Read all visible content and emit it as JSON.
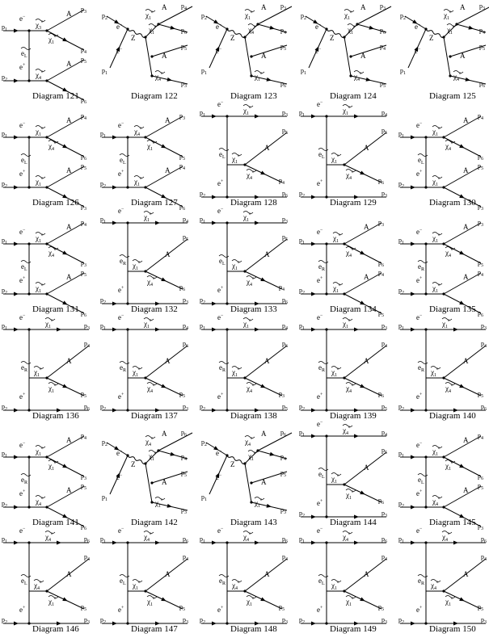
{
  "diagrams": [
    {
      "caption": "Diagram 121",
      "kind": "tt",
      "ext": [
        "p1",
        "p2",
        "p3",
        "p4",
        "p5",
        "p6"
      ],
      "top": "e-",
      "bot": "e+",
      "prop": "~eL",
      "bosons": [
        "~χ3⁰",
        "~χ4⁰"
      ],
      "inner": "~χ1⁰"
    },
    {
      "caption": "Diagram 122",
      "kind": "s",
      "ext": [
        "p2",
        "p1",
        "p4",
        "p6",
        "p5",
        "p3"
      ],
      "bosons": [
        "~χ1⁰",
        "~χ4⁰"
      ],
      "inner": "~χ1⁰"
    },
    {
      "caption": "Diagram 123",
      "kind": "s",
      "ext": [
        "p2",
        "p1",
        "p3",
        "p4",
        "p5",
        "p6"
      ],
      "bosons": [
        "~χ1⁰",
        "~χ1⁰"
      ],
      "inner": "~χ4⁰"
    },
    {
      "caption": "Diagram 124",
      "kind": "s",
      "ext": [
        "p2",
        "p1",
        "p3",
        "p6",
        "p4",
        "p5"
      ],
      "bosons": [
        "~χ1⁰",
        "~χ4⁰"
      ],
      "inner": "~χ1⁰"
    },
    {
      "caption": "Diagram 125",
      "kind": "s",
      "ext": [
        "p2",
        "p1",
        "p3",
        "p4",
        "p5",
        "p6"
      ],
      "bosons": [
        "~χ1⁰",
        "~χ4⁰"
      ],
      "inner": "~χ1⁰"
    },
    {
      "caption": "Diagram 126",
      "kind": "tt",
      "ext": [
        "p1",
        "p2",
        "p4",
        "p6",
        "p5",
        "p3"
      ],
      "top": "e-",
      "bot": "e+",
      "prop": "~eL",
      "bosons": [
        "~χ1⁰",
        "~χ1⁰"
      ],
      "inner": "~χ4⁰"
    },
    {
      "caption": "Diagram 127",
      "kind": "tt",
      "ext": [
        "p1",
        "p2",
        "p3",
        "p5",
        "p4",
        "p6"
      ],
      "top": "e-",
      "bot": "e+",
      "prop": "~eL",
      "bosons": [
        "~χ4⁰",
        "~χ1⁰"
      ],
      "inner": "~χ1⁰"
    },
    {
      "caption": "Diagram 128",
      "kind": "tb",
      "ext": [
        "p1",
        "p2",
        "p3",
        "p5",
        "p4",
        "p6"
      ],
      "top": "e-",
      "bot": "e+",
      "prop": "~eL",
      "bosons": [
        "~χ1⁰",
        "~χ1⁰"
      ],
      "inner": "~χ4⁰"
    },
    {
      "caption": "Diagram 129",
      "kind": "tb",
      "ext": [
        "p1",
        "p2",
        "p4",
        "p5",
        "p6",
        "p3"
      ],
      "top": "e-",
      "bot": "e+",
      "prop": "~eL",
      "bosons": [
        "~χ1⁰",
        "~χ1⁰"
      ],
      "inner": "~χ4⁰"
    },
    {
      "caption": "Diagram 130",
      "kind": "tt",
      "ext": [
        "p1",
        "p2",
        "p4",
        "p6",
        "p5",
        "p3"
      ],
      "top": "e-",
      "bot": "e+",
      "prop": "~eL",
      "bosons": [
        "~χ1⁰",
        "~χ1⁰"
      ],
      "inner": "~χ4⁰"
    },
    {
      "caption": "Diagram 131",
      "kind": "tt",
      "ext": [
        "p1",
        "p2",
        "p4",
        "p3",
        "p5",
        "p6"
      ],
      "top": "e-",
      "bot": "e+",
      "prop": "~eL",
      "bosons": [
        "~χ1⁰",
        "~χ1⁰"
      ],
      "inner": "~χ4⁰"
    },
    {
      "caption": "Diagram 132",
      "kind": "tb",
      "ext": [
        "p1",
        "p2",
        "p4",
        "p5",
        "p6",
        "p3"
      ],
      "top": "e-",
      "bot": "e+",
      "prop": "~eR",
      "bosons": [
        "~χ1⁰",
        "~χ1⁰"
      ],
      "inner": "~χ4⁰"
    },
    {
      "caption": "Diagram 133",
      "kind": "tb",
      "ext": [
        "p1",
        "p2",
        "p3",
        "p5",
        "p4",
        "p6"
      ],
      "top": "e-",
      "bot": "e+",
      "prop": "~eL",
      "bosons": [
        "~χ1⁰",
        "~χ1⁰"
      ],
      "inner": "~χ4⁰"
    },
    {
      "caption": "Diagram 134",
      "kind": "tt",
      "ext": [
        "p1",
        "p2",
        "p3",
        "p6",
        "p4",
        "p5"
      ],
      "top": "e-",
      "bot": "e+",
      "prop": "~eR",
      "bosons": [
        "~χ1⁰",
        "~χ1⁰"
      ],
      "inner": "~χ4⁰"
    },
    {
      "caption": "Diagram 135",
      "kind": "tt",
      "ext": [
        "p1",
        "p2",
        "p3",
        "p5",
        "p4",
        "p6"
      ],
      "top": "e-",
      "bot": "e+",
      "prop": "~eR",
      "bosons": [
        "~χ1⁰",
        "~χ1⁰"
      ],
      "inner": "~χ4⁰"
    },
    {
      "caption": "Diagram 136",
      "kind": "tb",
      "ext": [
        "p1",
        "p2",
        "p3",
        "p4",
        "p5",
        "p6"
      ],
      "top": "e-",
      "bot": "e+",
      "prop": "~eR",
      "bosons": [
        "~χ1⁰",
        "~χ1⁰"
      ],
      "inner": "~χ1⁰"
    },
    {
      "caption": "Diagram 137",
      "kind": "tb",
      "ext": [
        "p1",
        "p2",
        "p4",
        "p6",
        "p5",
        "p3"
      ],
      "top": "e-",
      "bot": "e+",
      "prop": "~eR",
      "bosons": [
        "~χ1⁰",
        "~χ1⁰"
      ],
      "inner": "~χ4⁰"
    },
    {
      "caption": "Diagram 138",
      "kind": "tb",
      "ext": [
        "p1",
        "p2",
        "p4",
        "p6",
        "p3",
        "p5"
      ],
      "top": "e-",
      "bot": "e+",
      "prop": "~eR",
      "bosons": [
        "~χ1⁰",
        "~χ1⁰"
      ],
      "inner": "~χ4⁰"
    },
    {
      "caption": "Diagram 139",
      "kind": "tb",
      "ext": [
        "p1",
        "p2",
        "p3",
        "p4",
        "p6",
        "p5"
      ],
      "top": "e-",
      "bot": "e+",
      "prop": "~eR",
      "bosons": [
        "~χ1⁰",
        "~χ1⁰"
      ],
      "inner": "~χ4⁰"
    },
    {
      "caption": "Diagram 140",
      "kind": "tb",
      "ext": [
        "p1",
        "p2",
        "p3",
        "p4",
        "p5",
        "p6"
      ],
      "top": "e-",
      "bot": "e+",
      "prop": "~eR",
      "bosons": [
        "~χ1⁰",
        "~χ1⁰"
      ],
      "inner": "~χ4⁰"
    },
    {
      "caption": "Diagram 141",
      "kind": "tt",
      "ext": [
        "p1",
        "p2",
        "p4",
        "p3",
        "p5",
        "p6"
      ],
      "top": "e-",
      "bot": "e+",
      "prop": "~eR",
      "bosons": [
        "~χ1⁰",
        "~χ4⁰"
      ],
      "inner": "~χ1⁰"
    },
    {
      "caption": "Diagram 142",
      "kind": "s",
      "ext": [
        "p2",
        "p1",
        "p6",
        "p4",
        "p5",
        "p3"
      ],
      "bosons": [
        "~χ4⁰",
        "~χ1⁰"
      ],
      "inner": "~χ1⁰"
    },
    {
      "caption": "Diagram 143",
      "kind": "s",
      "ext": [
        "p2",
        "p1",
        "p6",
        "p4",
        "p5",
        "p3"
      ],
      "bosons": [
        "~χ4⁰",
        "~χ1⁰"
      ],
      "inner": "~χ1⁰"
    },
    {
      "caption": "Diagram 144",
      "kind": "tb",
      "ext": [
        "p1",
        "p2",
        "p4",
        "p5",
        "p6",
        "p3"
      ],
      "top": "e-",
      "bot": "e+",
      "prop": "~eL",
      "bosons": [
        "~χ4⁰",
        "~χ1⁰"
      ],
      "inner": "~χ1⁰"
    },
    {
      "caption": "Diagram 145",
      "kind": "tt",
      "ext": [
        "p1",
        "p2",
        "p4",
        "p6",
        "p5",
        "p3"
      ],
      "top": "e-",
      "bot": "e+",
      "prop": "~eL",
      "bosons": [
        "~χ1⁰",
        "~χ4⁰"
      ],
      "inner": "~χ1⁰"
    },
    {
      "caption": "Diagram 146",
      "kind": "tb",
      "ext": [
        "p1",
        "p2",
        "p6",
        "p4",
        "p5",
        "p3"
      ],
      "top": "e-",
      "bot": "e+",
      "prop": "~eL",
      "bosons": [
        "~χ4⁰",
        "~χ4⁰"
      ],
      "inner": "~χ1⁰"
    },
    {
      "caption": "Diagram 147",
      "kind": "tb",
      "ext": [
        "p1",
        "p2",
        "p6",
        "p4",
        "p5",
        "p3"
      ],
      "top": "e-",
      "bot": "e+",
      "prop": "~eL",
      "bosons": [
        "~χ4⁰",
        "~χ1⁰"
      ],
      "inner": "~χ1⁰"
    },
    {
      "caption": "Diagram 148",
      "kind": "tb",
      "ext": [
        "p1",
        "p2",
        "p6",
        "p4",
        "p5",
        "p3"
      ],
      "top": "e-",
      "bot": "e+",
      "prop": "~eR",
      "bosons": [
        "~χ4⁰",
        "~χ4⁰"
      ],
      "inner": "~χ1⁰"
    },
    {
      "caption": "Diagram 149",
      "kind": "tb",
      "ext": [
        "p1",
        "p2",
        "p6",
        "p4",
        "p5",
        "p3"
      ],
      "top": "e-",
      "bot": "e+",
      "prop": "~eL",
      "bosons": [
        "~χ4⁰",
        "~χ1⁰"
      ],
      "inner": "~χ1⁰"
    },
    {
      "caption": "Diagram 150",
      "kind": "tb",
      "ext": [
        "p1",
        "p2",
        "p6",
        "p4",
        "p5",
        "p3"
      ],
      "top": "e-",
      "bot": "e+",
      "prop": "~eR",
      "bosons": [
        "~χ4⁰",
        "~χ4⁰"
      ],
      "inner": "~χ1⁰"
    }
  ],
  "labels": {
    "photon": "A",
    "zboson": "Z"
  }
}
